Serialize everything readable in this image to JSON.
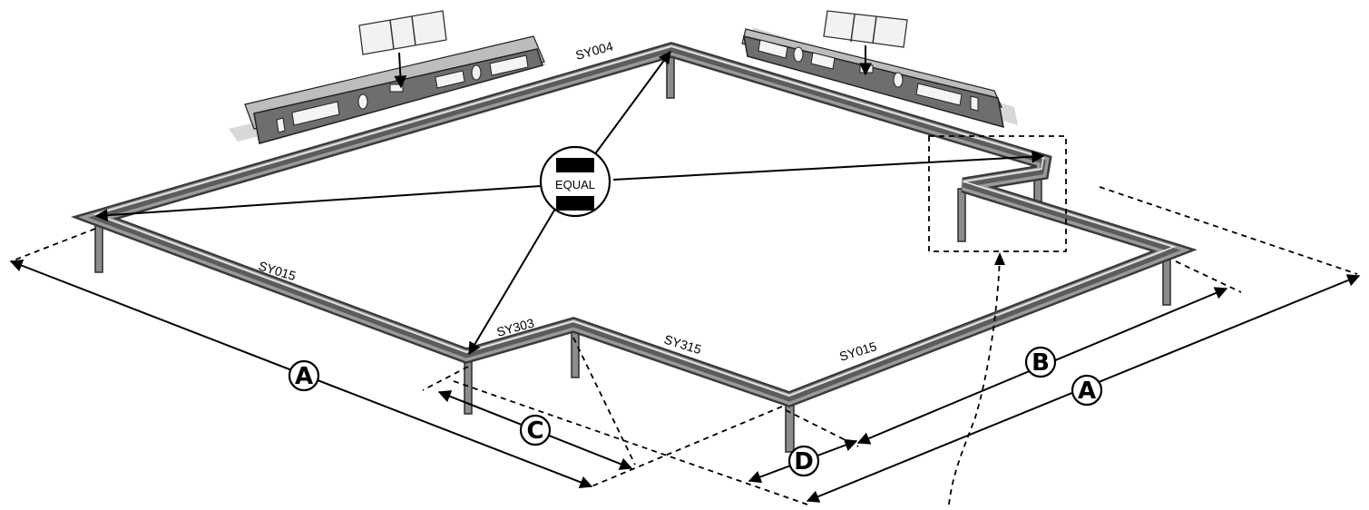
{
  "diagram": {
    "part_labels": {
      "back_rail": "SY004",
      "left_rail": "SY015",
      "notch_short": "SY303",
      "notch_long": "SY315",
      "right_rail": "SY015"
    },
    "equal_label": "EQUAL",
    "dimensions": {
      "a_left": "A",
      "b": "B",
      "a_right": "A",
      "c": "C",
      "d": "D"
    }
  }
}
